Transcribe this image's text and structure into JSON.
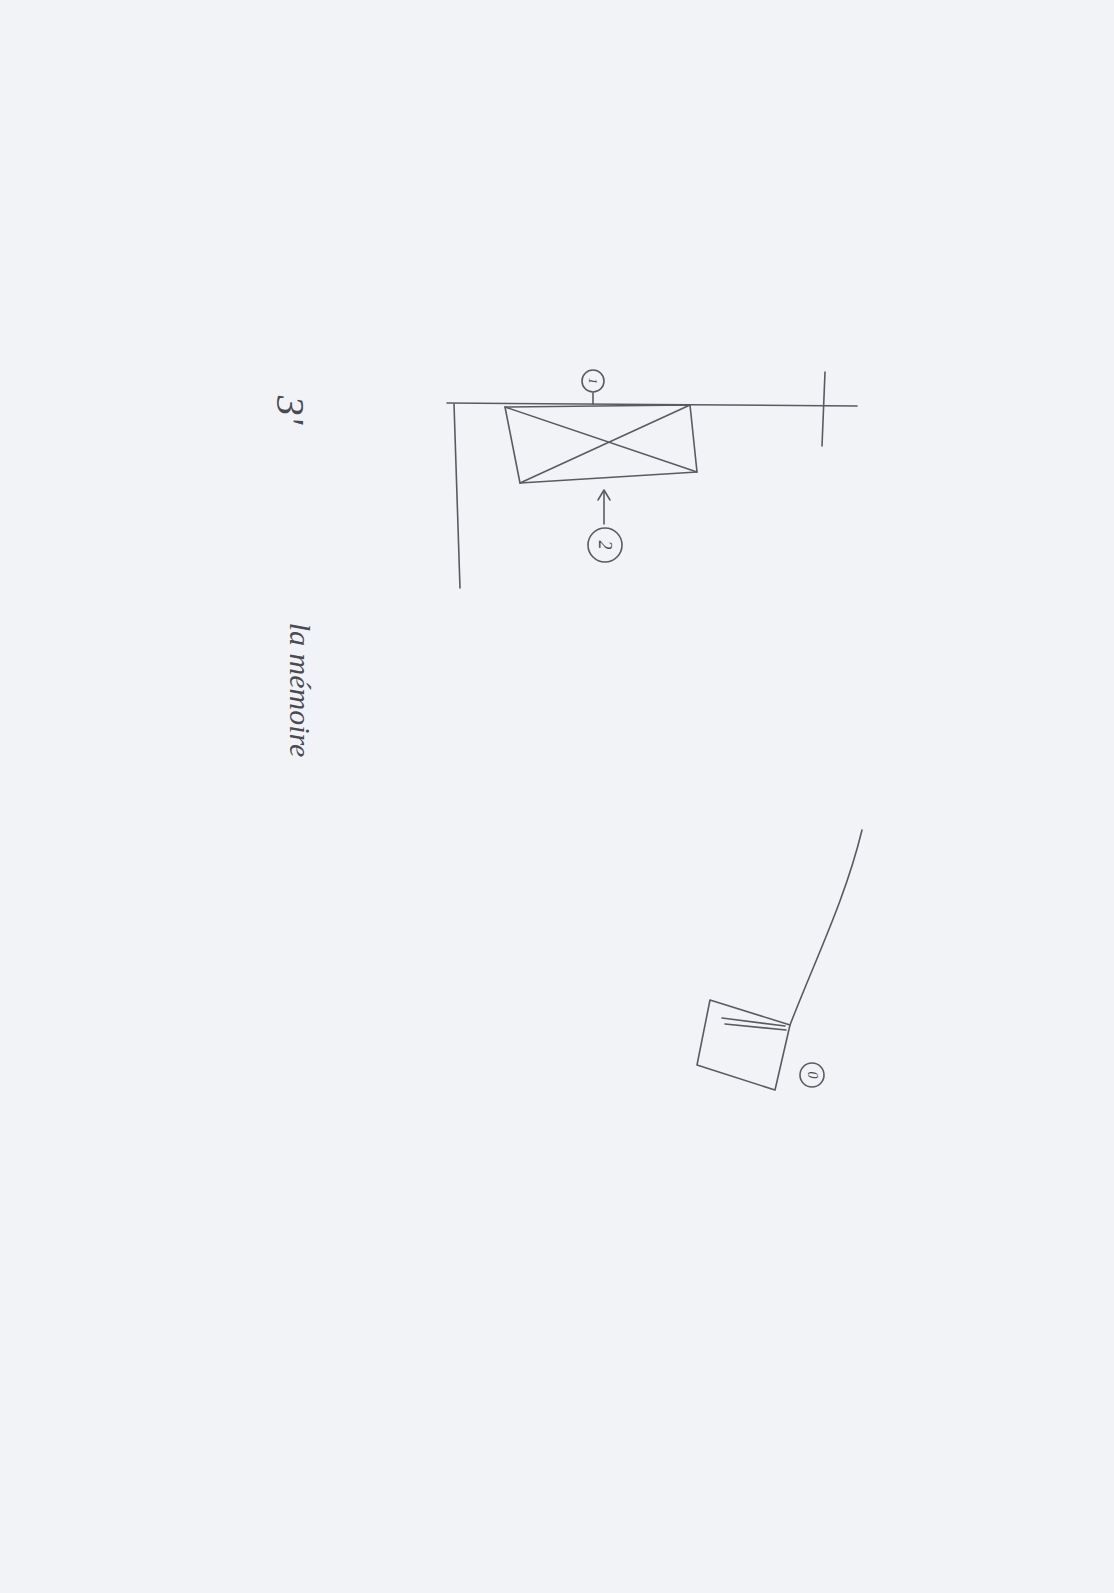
{
  "diagram": {
    "labels": [
      "1",
      "2",
      "3'",
      "la mémoire",
      "0"
    ]
  }
}
